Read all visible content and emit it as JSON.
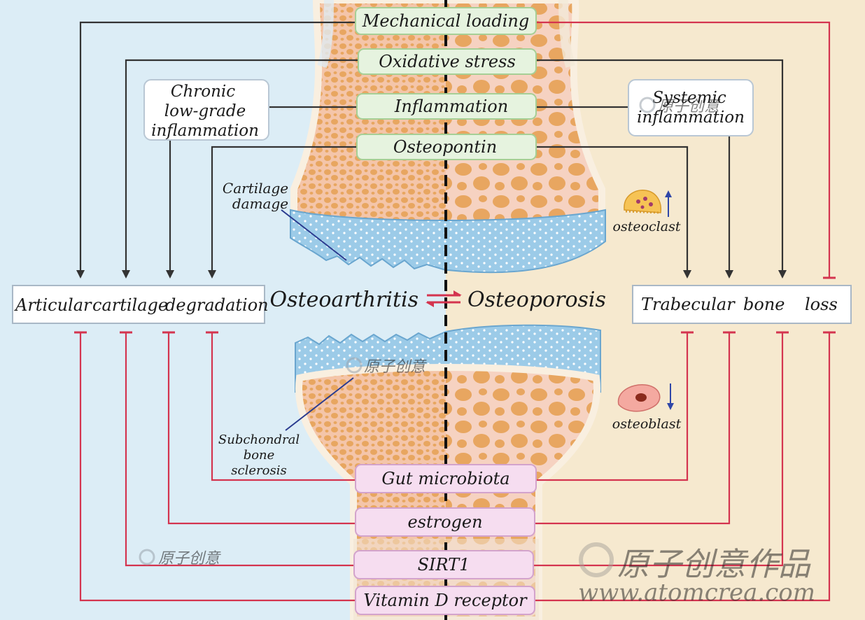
{
  "factors_promote": [
    {
      "id": "mech",
      "label": "Mechanical loading",
      "oa": "promotes",
      "op": "inhibits"
    },
    {
      "id": "ox",
      "label": "Oxidative stress",
      "oa": "promotes",
      "op": "promotes"
    },
    {
      "id": "infl",
      "label": "Inflammation",
      "oa": "promotes",
      "op": "promotes"
    },
    {
      "id": "opn",
      "label": "Osteopontin",
      "oa": "promotes",
      "op": "promotes"
    }
  ],
  "factors_inhibit": [
    {
      "id": "gut",
      "label": "Gut microbiota",
      "oa": "inhibits",
      "op": "inhibits"
    },
    {
      "id": "estrogen",
      "label": "estrogen",
      "oa": "inhibits",
      "op": "inhibits"
    },
    {
      "id": "sirt1",
      "label": "SIRT1",
      "oa": "inhibits",
      "op": "inhibits"
    },
    {
      "id": "vdr",
      "label": "Vitamin D receptor",
      "oa": "inhibits",
      "op": "inhibits"
    }
  ],
  "side_boxes": {
    "chronic": [
      "Chronic",
      "low-grade",
      "inflammation"
    ],
    "systemic": [
      "Systemic",
      "inflammation"
    ]
  },
  "outcomes": {
    "left_words": [
      "Articular",
      "cartilage",
      "degradation"
    ],
    "right_words": [
      "Trabecular",
      "bone",
      "loss"
    ]
  },
  "center": {
    "left": "Osteoarthritis",
    "right": "Osteoporosis"
  },
  "annotations": {
    "cartilage": [
      "Cartilage",
      "damage"
    ],
    "subchondral": [
      "Subchondral",
      "bone",
      "sclerosis"
    ],
    "osteoclast": "osteoclast",
    "osteoblast": "osteoblast"
  },
  "watermark": {
    "brand_small": "原子创意",
    "brand_large": "原子创意作品",
    "url": "www.atomcrea.com"
  },
  "colors": {
    "left_bg": "#dcedf6",
    "right_bg": "#f6e9cf",
    "promote_line": "#333333",
    "inhibit_line": "#d4344f",
    "arrow_blue": "#2f46a8",
    "box_green": "#e6f3df",
    "box_green_border": "#a6cf95",
    "box_pink": "#f6ddf0",
    "box_pink_border": "#d3a3cc"
  }
}
